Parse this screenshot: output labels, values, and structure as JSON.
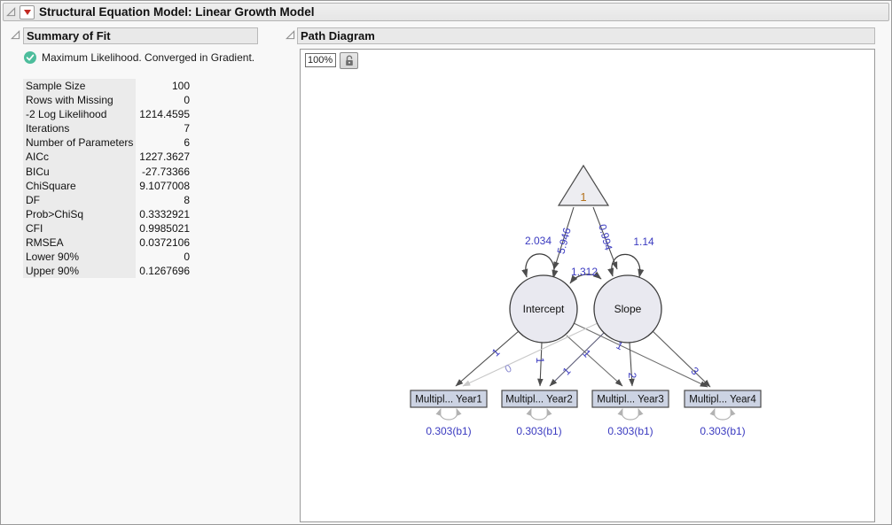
{
  "window": {
    "title": "Structural Equation Model: Linear Growth Model"
  },
  "summary_of_fit": {
    "title": "Summary of Fit",
    "status_message": "Maximum Likelihood. Converged in Gradient.",
    "rows": [
      {
        "label": "Sample Size",
        "value": "100"
      },
      {
        "label": "Rows with Missing",
        "value": "0"
      },
      {
        "label": "-2 Log Likelihood",
        "value": "1214.4595"
      },
      {
        "label": "Iterations",
        "value": "7"
      },
      {
        "label": "Number of Parameters",
        "value": "6"
      },
      {
        "label": "AICc",
        "value": "1227.3627"
      },
      {
        "label": "BICu",
        "value": "-27.73366"
      },
      {
        "label": "ChiSquare",
        "value": "9.1077008"
      },
      {
        "label": "DF",
        "value": "8"
      },
      {
        "label": "Prob>ChiSq",
        "value": "0.3332921"
      },
      {
        "label": "CFI",
        "value": "0.9985021"
      },
      {
        "label": "RMSEA",
        "value": "0.0372106"
      },
      {
        "label": "Lower 90%",
        "value": "0"
      },
      {
        "label": "Upper 90%",
        "value": "0.1267696"
      }
    ]
  },
  "path_diagram": {
    "title": "Path Diagram",
    "zoom_level": "100%",
    "constant": {
      "label": "1",
      "mean_to_intercept": "5.946",
      "mean_to_slope": "0.994"
    },
    "latents": [
      {
        "label": "Intercept",
        "variance": "2.034"
      },
      {
        "label": "Slope",
        "variance": "1.14"
      }
    ],
    "covariance": "1.312",
    "loadings": {
      "intercept": [
        "1",
        "1",
        "1",
        "1"
      ],
      "slope": [
        "0",
        "1",
        "2",
        "3"
      ]
    },
    "manifests": [
      {
        "label": "Multipl... Year1",
        "residual": "0.303(b1)"
      },
      {
        "label": "Multipl... Year2",
        "residual": "0.303(b1)"
      },
      {
        "label": "Multipl... Year3",
        "residual": "0.303(b1)"
      },
      {
        "label": "Multipl... Year4",
        "residual": "0.303(b1)"
      }
    ],
    "colors": {
      "edge_label_blue": "#3a3ac0",
      "constant_label_orange": "#b4731d",
      "latent_fill": "#e9e9f0",
      "manifest_fill": "#ccd3e3",
      "status_green": "#4dbd9c",
      "menu_red": "#c22a22"
    }
  }
}
